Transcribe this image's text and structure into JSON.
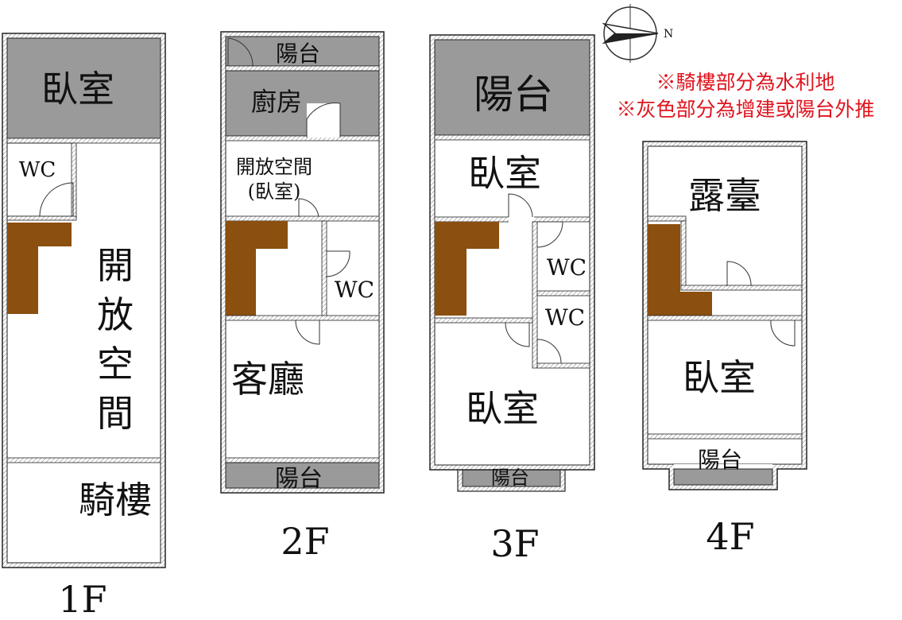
{
  "floors": {
    "f1": {
      "label": "1F",
      "rooms": {
        "bedroom": "臥室",
        "wc": "WC",
        "open_space": "開放空間",
        "arcade": "騎樓"
      }
    },
    "f2": {
      "label": "2F",
      "rooms": {
        "balcony_top": "陽台",
        "kitchen": "廚房",
        "open_space": "開放空間",
        "open_space_note": "(臥室)",
        "wc": "WC",
        "living_room": "客廳",
        "balcony_bottom": "陽台"
      }
    },
    "f3": {
      "label": "3F",
      "rooms": {
        "balcony_top": "陽台",
        "bedroom_top": "臥室",
        "wc_1": "WC",
        "wc_2": "WC",
        "bedroom_bottom": "臥室",
        "balcony_bottom": "陽台"
      }
    },
    "f4": {
      "label": "4F",
      "rooms": {
        "terrace": "露臺",
        "bedroom": "臥室",
        "balcony": "陽台"
      }
    }
  },
  "notes": [
    "※騎樓部分為水利地",
    "※灰色部分為增建或陽台外推"
  ],
  "compass": {
    "label": "N"
  },
  "colors": {
    "addition_gray": "#9a9a9a",
    "stair_brown": "#8b4f0f",
    "note_red": "#e0141e",
    "wall": "#222222"
  }
}
